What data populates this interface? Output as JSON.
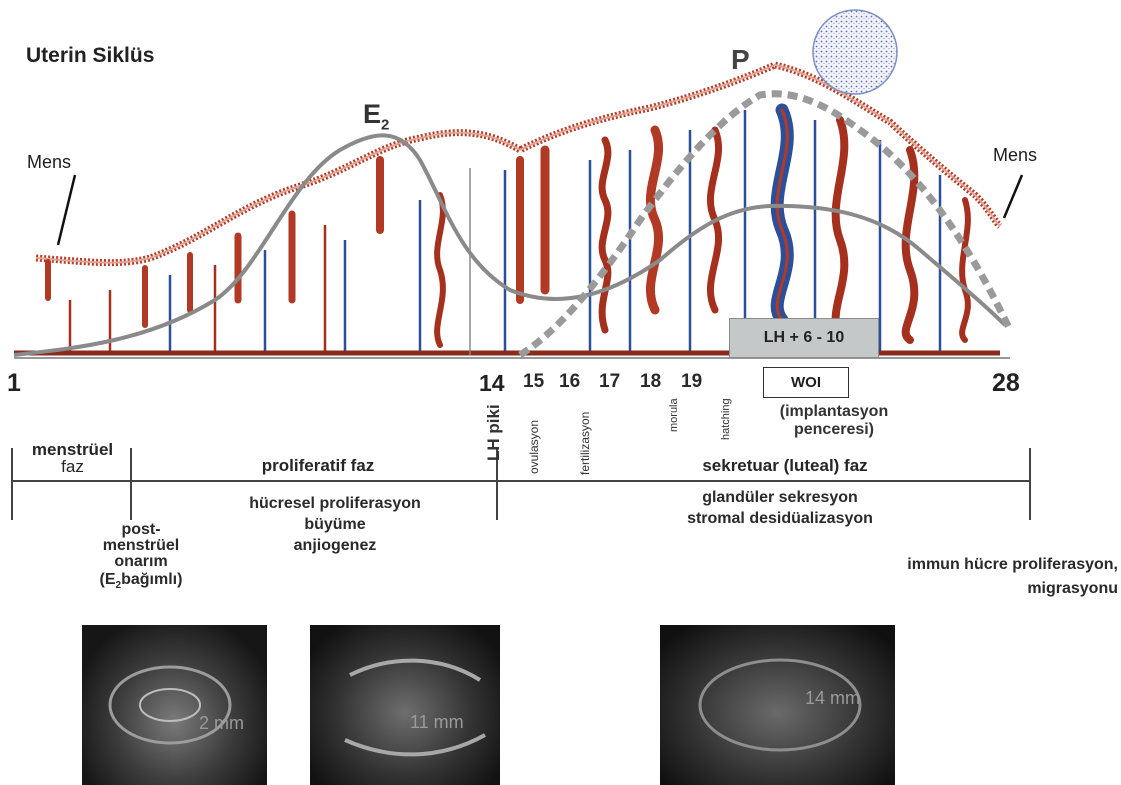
{
  "title": "Uterin Siklüs",
  "hormones": {
    "estrogen": "E",
    "estrogen_sub": "2",
    "progesterone": "P"
  },
  "mens_left": "Mens",
  "mens_right": "Mens",
  "day_start": "1",
  "day_end": "28",
  "days": [
    "14",
    "15",
    "16",
    "17",
    "18",
    "19"
  ],
  "vertical_labels": {
    "lh_peak": "LH piki",
    "ovulation": "ovulasyon",
    "fertilization": "fertilizasyon",
    "morula": "morula",
    "hatching": "hatching"
  },
  "lh_window": "LH + 6 - 10",
  "woi": "WOI",
  "implantation_line1": "(implantasyon",
  "implantation_line2": "penceresi)",
  "phases": {
    "menstrual_line1": "menstrüel",
    "menstrual_line2": "faz",
    "proliferative": "proliferatif faz",
    "secretory": "sekretuar (luteal) faz"
  },
  "proliferative_desc": [
    "hücresel proliferasyon",
    "büyüme",
    "anjiogenez"
  ],
  "secretory_desc": [
    "glandüler sekresyon",
    "stromal desidüalizasyon"
  ],
  "post_menstrual": [
    "post-",
    "menstrüel",
    "onarım"
  ],
  "e2_dependent_prefix": "(E",
  "e2_dependent_sub": "2",
  "e2_dependent_suffix": "bağımlı)",
  "immune_line1": "immun hücre proliferasyon,",
  "immune_line2": "migrasyonu",
  "ultrasound_labels": [
    "2 mm",
    "11 mm",
    "14 mm"
  ],
  "colors": {
    "tissue_red": "#a5301e",
    "tissue_blue": "#2c4f9a",
    "hormone_curve": "#8a8a8a",
    "text": "#222222"
  }
}
